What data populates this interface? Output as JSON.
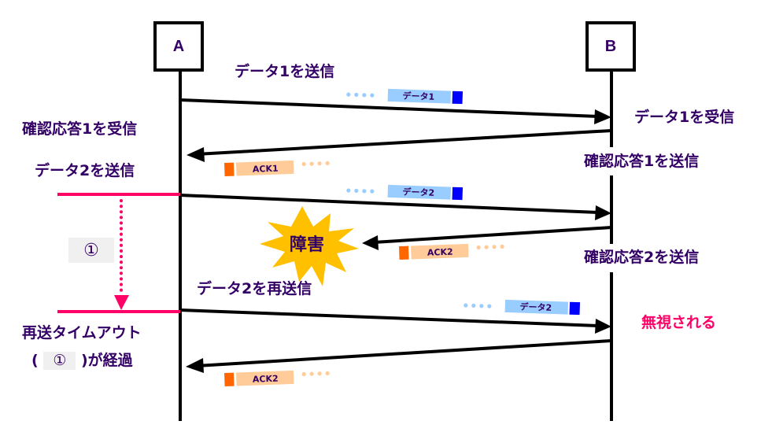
{
  "nodes": {
    "a": {
      "label": "A"
    },
    "b": {
      "label": "B"
    }
  },
  "labels": {
    "send_data1": "データ1を送信",
    "recv_data1": "データ1を受信",
    "recv_ack1": "確認応答1を受信",
    "send_ack1": "確認応答1を送信",
    "send_data2": "データ2を送信",
    "send_ack2": "確認応答2を送信",
    "resend_data2": "データ2を再送信",
    "ignored": "無視される",
    "timeout_line1": "再送タイムアウト",
    "timeout_line2_open": "(",
    "timeout_line2_num": "①",
    "timeout_line2_close": ")が経過",
    "interval_marker": "①",
    "failure": "障害"
  },
  "packets": {
    "data1": "データ1",
    "ack1": "ACK1",
    "data2": "データ2",
    "ack2_lost": "ACK2",
    "data2_resend": "データ2",
    "ack2_final": "ACK2"
  },
  "colors": {
    "label_text": "#330066",
    "timeout_line": "#ff0066",
    "ignored_text": "#ff0066",
    "data_packet": "#99ccff",
    "data_packet_tail": "#0000ff",
    "ack_packet": "#ffcc99",
    "ack_packet_head": "#ff6600",
    "failure_burst": "#ffc000"
  }
}
